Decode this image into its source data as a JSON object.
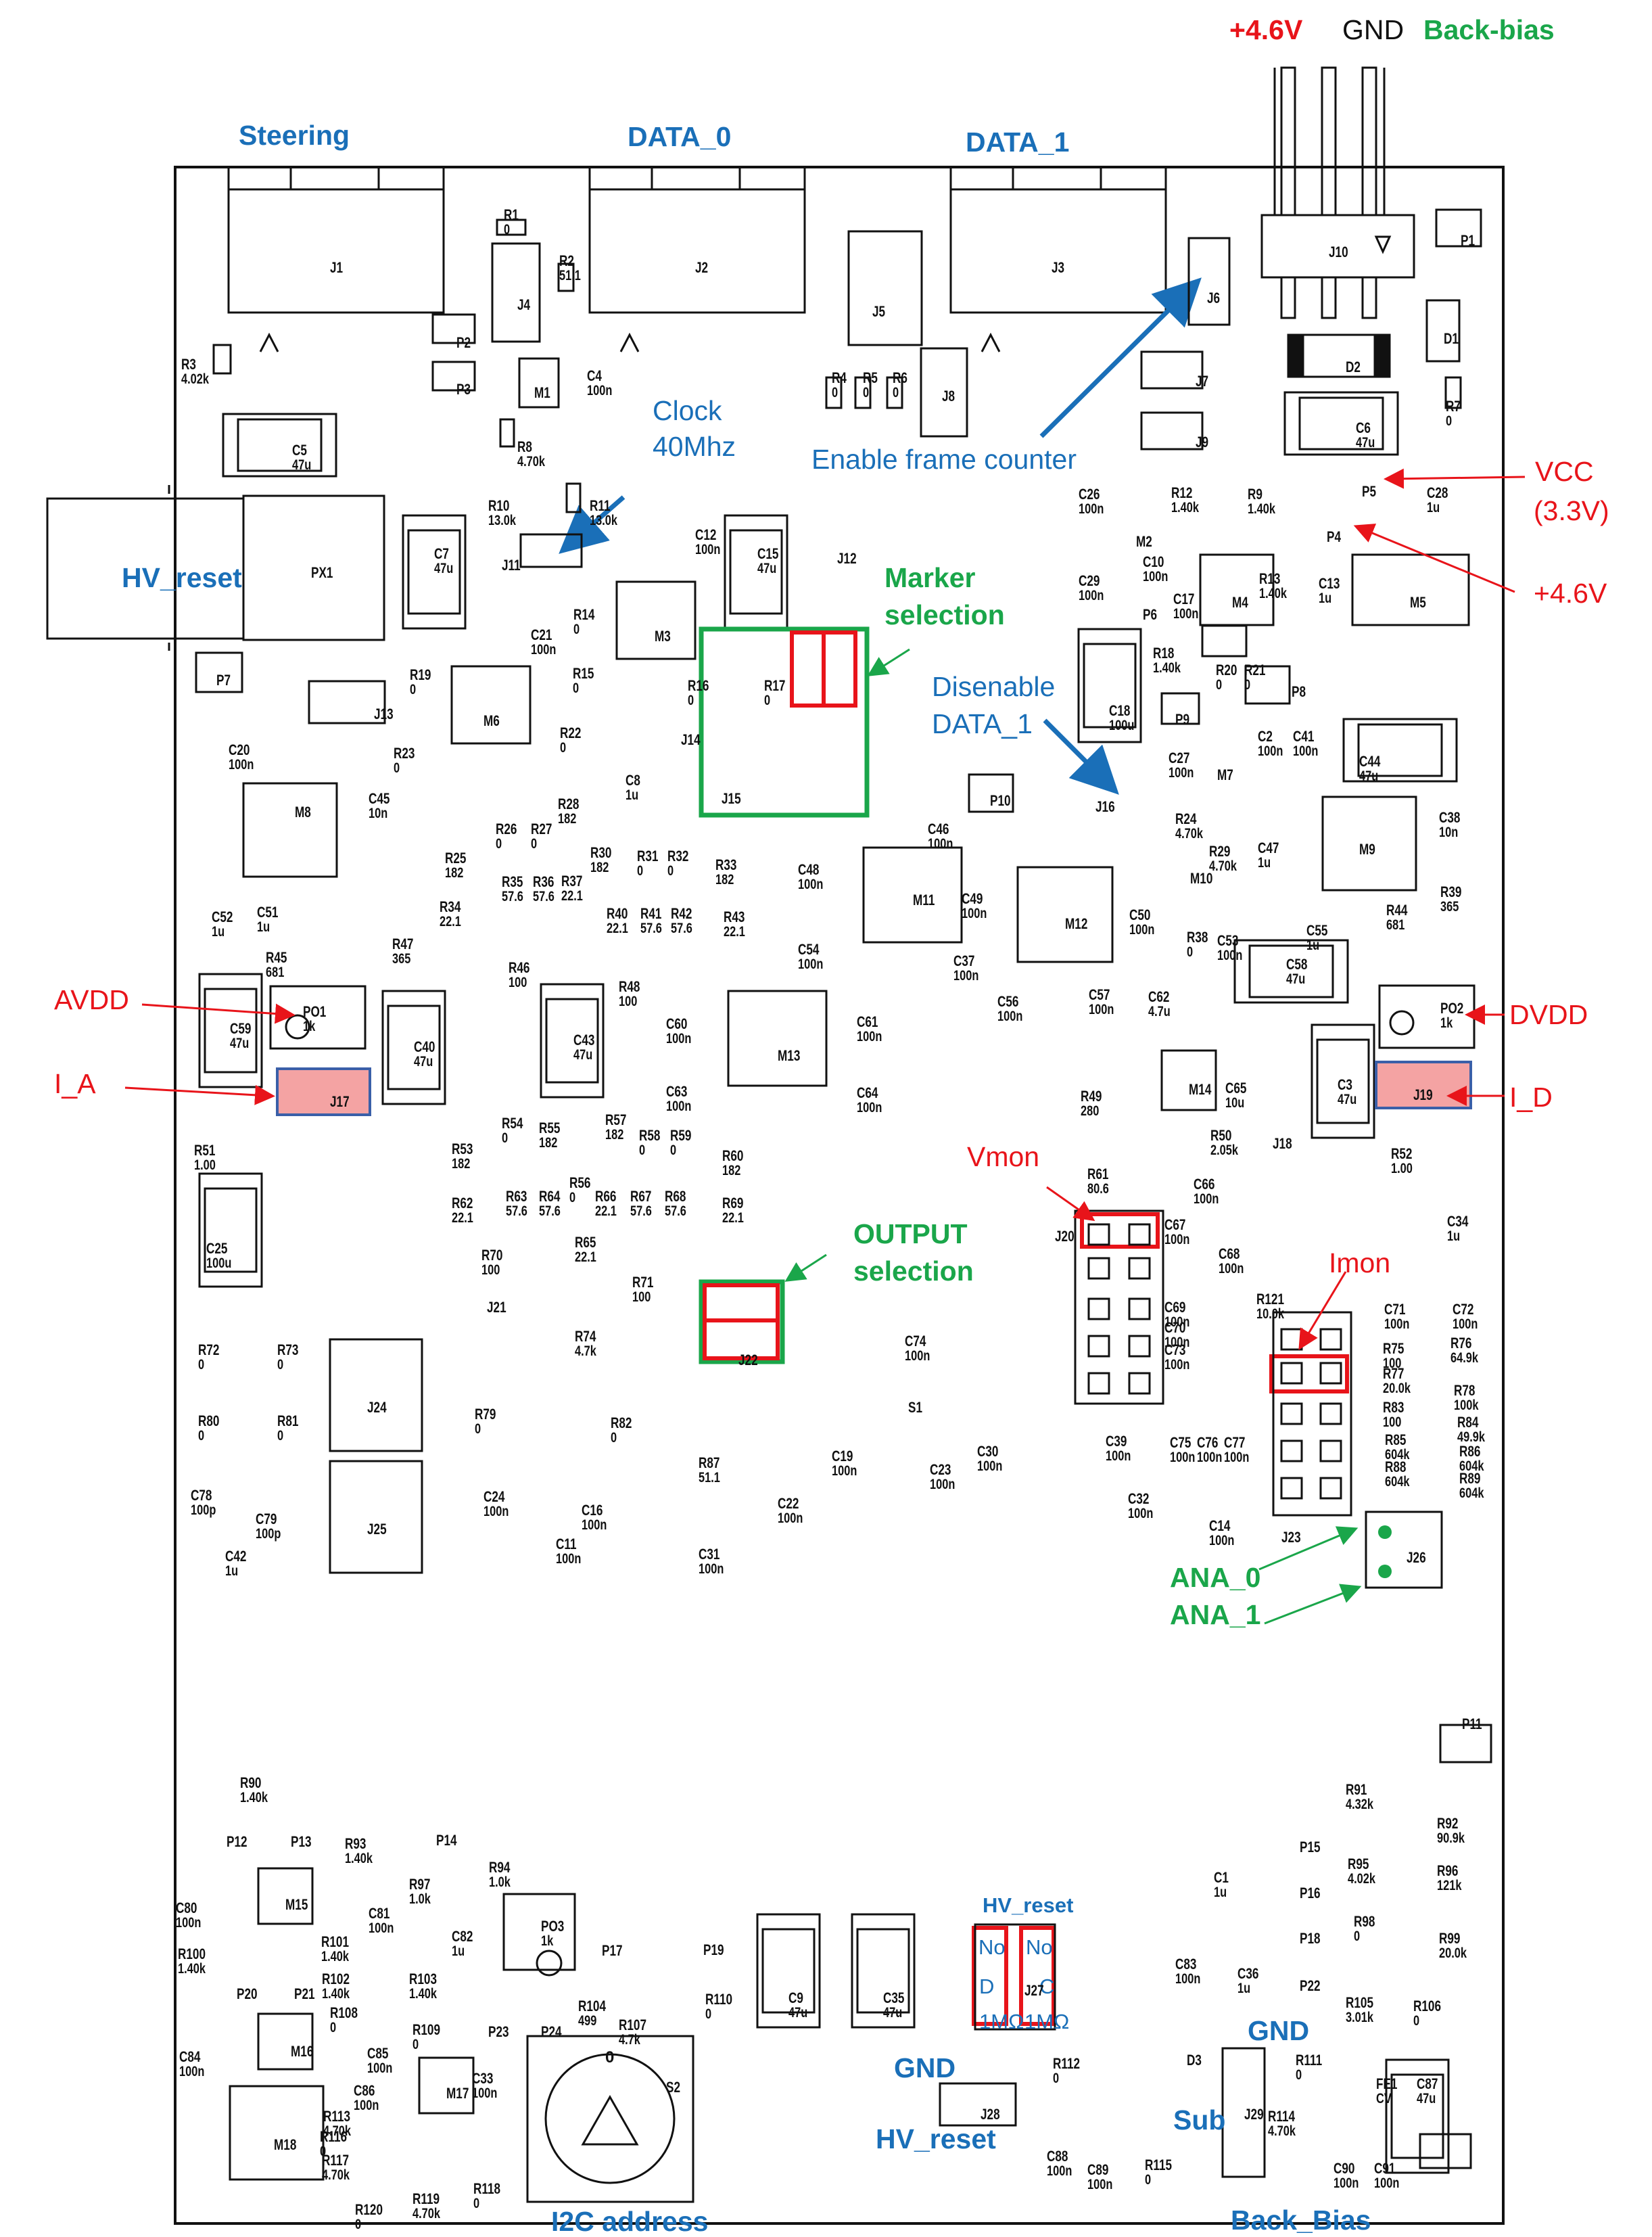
{
  "power_header": {
    "vplus": "+4.6V",
    "gnd": "GND",
    "backbias": "Back-bias"
  },
  "connectors": {
    "steering": "Steering",
    "data0": "DATA_0",
    "data1": "DATA_1",
    "hv_reset": "HV_reset"
  },
  "callouts": {
    "clock_1": "Clock",
    "clock_2": "40Mhz",
    "frame_counter": "Enable frame counter",
    "vcc_1": "VCC",
    "vcc_2": "(3.3V)",
    "p4_plus": "+4.6V",
    "marker_1": "Marker",
    "marker_2": "selection",
    "disenable_1": "Disenable",
    "disenable_2": "DATA_1",
    "avdd": "AVDD",
    "dvdd": "DVDD",
    "i_a": "I_A",
    "i_d": "I_D",
    "vmon": "Vmon",
    "imon": "Imon",
    "output_1": "OUTPUT",
    "output_2": "selection",
    "ana0": "ANA_0",
    "ana1": "ANA_1",
    "hv_reset_j27": "HV_reset",
    "gnd_j28": "GND",
    "hv_reset_j28": "HV_reset",
    "gnd_j29": "GND",
    "sub": "Sub",
    "back_bias": "Back_Bias",
    "i2c": "I2C address",
    "j27_no1": "No",
    "j27_no2": "No",
    "j27_d": "D",
    "j27_c": "C",
    "j27_1m_a": "1MΩ",
    "j27_1m_b": "1MΩ"
  },
  "components": [
    {
      "ref": "J1"
    },
    {
      "ref": "J2"
    },
    {
      "ref": "J3"
    },
    {
      "ref": "J4"
    },
    {
      "ref": "J5"
    },
    {
      "ref": "J6"
    },
    {
      "ref": "J7"
    },
    {
      "ref": "J8"
    },
    {
      "ref": "J9"
    },
    {
      "ref": "J10"
    },
    {
      "ref": "J11"
    },
    {
      "ref": "J12"
    },
    {
      "ref": "J13"
    },
    {
      "ref": "J14"
    },
    {
      "ref": "J15"
    },
    {
      "ref": "J16"
    },
    {
      "ref": "J17"
    },
    {
      "ref": "J18"
    },
    {
      "ref": "J19"
    },
    {
      "ref": "J20"
    },
    {
      "ref": "J21"
    },
    {
      "ref": "J22"
    },
    {
      "ref": "J23"
    },
    {
      "ref": "J24"
    },
    {
      "ref": "J25"
    },
    {
      "ref": "J26"
    },
    {
      "ref": "J27"
    },
    {
      "ref": "J28"
    },
    {
      "ref": "J29"
    },
    {
      "ref": "P1"
    },
    {
      "ref": "P2"
    },
    {
      "ref": "P3"
    },
    {
      "ref": "P4"
    },
    {
      "ref": "P5"
    },
    {
      "ref": "P6"
    },
    {
      "ref": "P7"
    },
    {
      "ref": "P8"
    },
    {
      "ref": "P9"
    },
    {
      "ref": "P10"
    },
    {
      "ref": "P11"
    },
    {
      "ref": "P12"
    },
    {
      "ref": "P13"
    },
    {
      "ref": "P14"
    },
    {
      "ref": "P15"
    },
    {
      "ref": "P16"
    },
    {
      "ref": "P17"
    },
    {
      "ref": "P18"
    },
    {
      "ref": "P19"
    },
    {
      "ref": "P20"
    },
    {
      "ref": "P21"
    },
    {
      "ref": "P22"
    },
    {
      "ref": "P23"
    },
    {
      "ref": "P24"
    },
    {
      "ref": "PX1"
    },
    {
      "ref": "PO1",
      "value": "1k"
    },
    {
      "ref": "PO2",
      "value": "1k"
    },
    {
      "ref": "PO3",
      "value": "1k"
    },
    {
      "ref": "M1"
    },
    {
      "ref": "M2"
    },
    {
      "ref": "M3"
    },
    {
      "ref": "M4"
    },
    {
      "ref": "M5"
    },
    {
      "ref": "M6"
    },
    {
      "ref": "M7"
    },
    {
      "ref": "M8"
    },
    {
      "ref": "M9"
    },
    {
      "ref": "M10"
    },
    {
      "ref": "M11"
    },
    {
      "ref": "M12"
    },
    {
      "ref": "M13"
    },
    {
      "ref": "M14"
    },
    {
      "ref": "M15"
    },
    {
      "ref": "M16"
    },
    {
      "ref": "M17"
    },
    {
      "ref": "M18"
    },
    {
      "ref": "D1"
    },
    {
      "ref": "D2"
    },
    {
      "ref": "D3"
    },
    {
      "ref": "S1"
    },
    {
      "ref": "S2"
    },
    {
      "ref": "FE1",
      "value": "CV"
    },
    {
      "ref": "C5",
      "value": "47u"
    },
    {
      "ref": "C6",
      "value": "47u"
    },
    {
      "ref": "C7",
      "value": "47u"
    },
    {
      "ref": "C15",
      "value": "47u"
    },
    {
      "ref": "C18",
      "value": "100u"
    },
    {
      "ref": "C44",
      "value": "47u"
    },
    {
      "ref": "C58",
      "value": "47u"
    },
    {
      "ref": "C59",
      "value": "47u"
    },
    {
      "ref": "C40",
      "value": "47u"
    },
    {
      "ref": "C43",
      "value": "47u"
    },
    {
      "ref": "C3",
      "value": "47u"
    },
    {
      "ref": "C25",
      "value": "100u"
    },
    {
      "ref": "C9",
      "value": "47u"
    },
    {
      "ref": "C35",
      "value": "47u"
    },
    {
      "ref": "C87",
      "value": "47u"
    },
    {
      "ref": "C4",
      "value": "100n"
    },
    {
      "ref": "C12",
      "value": "100n"
    },
    {
      "ref": "C13",
      "value": "1u"
    },
    {
      "ref": "C20",
      "value": "100n"
    },
    {
      "ref": "C21",
      "value": "100n"
    },
    {
      "ref": "C8",
      "value": "1u"
    },
    {
      "ref": "C45",
      "value": "10n"
    },
    {
      "ref": "C51",
      "value": "1u"
    },
    {
      "ref": "C52",
      "value": "1u"
    },
    {
      "ref": "C26",
      "value": "100n"
    },
    {
      "ref": "C28",
      "value": "1u"
    },
    {
      "ref": "C29",
      "value": "100n"
    },
    {
      "ref": "C10",
      "value": "100n"
    },
    {
      "ref": "C17",
      "value": "100n"
    },
    {
      "ref": "C2",
      "value": "100n"
    },
    {
      "ref": "C41",
      "value": "100n"
    },
    {
      "ref": "C27",
      "value": "100n"
    },
    {
      "ref": "C47",
      "value": "1u"
    },
    {
      "ref": "C38",
      "value": "10n"
    },
    {
      "ref": "C55",
      "value": "1u"
    },
    {
      "ref": "C53",
      "value": "100n"
    },
    {
      "ref": "C50",
      "value": "100n"
    },
    {
      "ref": "C46",
      "value": "100n"
    },
    {
      "ref": "C48",
      "value": "100n"
    },
    {
      "ref": "C49",
      "value": "100n"
    },
    {
      "ref": "C54",
      "value": "100n"
    },
    {
      "ref": "C37",
      "value": "100n"
    },
    {
      "ref": "C56",
      "value": "100n"
    },
    {
      "ref": "C57",
      "value": "100n"
    },
    {
      "ref": "C62",
      "value": "4.7u"
    },
    {
      "ref": "C60",
      "value": "100n"
    },
    {
      "ref": "C61",
      "value": "100n"
    },
    {
      "ref": "C63",
      "value": "100n"
    },
    {
      "ref": "C64",
      "value": "100n"
    },
    {
      "ref": "C65",
      "value": "10u"
    },
    {
      "ref": "C66",
      "value": "100n"
    },
    {
      "ref": "C67",
      "value": "100n"
    },
    {
      "ref": "C68",
      "value": "100n"
    },
    {
      "ref": "C34",
      "value": "1u"
    },
    {
      "ref": "C69",
      "value": "100n"
    },
    {
      "ref": "C70",
      "value": "100n"
    },
    {
      "ref": "C73",
      "value": "100n"
    },
    {
      "ref": "C71",
      "value": "100n"
    },
    {
      "ref": "C72",
      "value": "100n"
    },
    {
      "ref": "C74",
      "value": "100n"
    },
    {
      "ref": "C39",
      "value": "100n"
    },
    {
      "ref": "C75",
      "value": "100n"
    },
    {
      "ref": "C76",
      "value": "100n"
    },
    {
      "ref": "C77",
      "value": "100n"
    },
    {
      "ref": "C32",
      "value": "100n"
    },
    {
      "ref": "C14",
      "value": "100n"
    },
    {
      "ref": "C23",
      "value": "100n"
    },
    {
      "ref": "C30",
      "value": "100n"
    },
    {
      "ref": "C19",
      "value": "100n"
    },
    {
      "ref": "C22",
      "value": "100n"
    },
    {
      "ref": "C31",
      "value": "100n"
    },
    {
      "ref": "C24",
      "value": "100n"
    },
    {
      "ref": "C16",
      "value": "100n"
    },
    {
      "ref": "C11",
      "value": "100n"
    },
    {
      "ref": "C78",
      "value": "100p"
    },
    {
      "ref": "C79",
      "value": "100p"
    },
    {
      "ref": "C42",
      "value": "1u"
    },
    {
      "ref": "C80",
      "value": "100n"
    },
    {
      "ref": "C81",
      "value": "100n"
    },
    {
      "ref": "C82",
      "value": "1u"
    },
    {
      "ref": "C84",
      "value": "100n"
    },
    {
      "ref": "C85",
      "value": "100n"
    },
    {
      "ref": "C86",
      "value": "100n"
    },
    {
      "ref": "C33",
      "value": "100n"
    },
    {
      "ref": "C1",
      "value": "1u"
    },
    {
      "ref": "C83",
      "value": "100n"
    },
    {
      "ref": "C36",
      "value": "1u"
    },
    {
      "ref": "C88",
      "value": "100n"
    },
    {
      "ref": "C89",
      "value": "100n"
    },
    {
      "ref": "C90",
      "value": "100n"
    },
    {
      "ref": "C91",
      "value": "100n"
    },
    {
      "ref": "R1",
      "value": "0"
    },
    {
      "ref": "R2",
      "value": "51.1"
    },
    {
      "ref": "R3",
      "value": "4.02k"
    },
    {
      "ref": "R4",
      "value": "0"
    },
    {
      "ref": "R5",
      "value": "0"
    },
    {
      "ref": "R6",
      "value": "0"
    },
    {
      "ref": "R7",
      "value": "0"
    },
    {
      "ref": "R8",
      "value": "4.70k"
    },
    {
      "ref": "R9",
      "value": "1.40k"
    },
    {
      "ref": "R10",
      "value": "13.0k"
    },
    {
      "ref": "R11",
      "value": "13.0k"
    },
    {
      "ref": "R12",
      "value": "1.40k"
    },
    {
      "ref": "R13",
      "value": "1.40k"
    },
    {
      "ref": "R14",
      "value": "0"
    },
    {
      "ref": "R15",
      "value": "0"
    },
    {
      "ref": "R16",
      "value": "0"
    },
    {
      "ref": "R17",
      "value": "0"
    },
    {
      "ref": "R18",
      "value": "1.40k"
    },
    {
      "ref": "R19",
      "value": "0"
    },
    {
      "ref": "R20",
      "value": "0"
    },
    {
      "ref": "R21",
      "value": "0"
    },
    {
      "ref": "R22",
      "value": "0"
    },
    {
      "ref": "R23",
      "value": "0"
    },
    {
      "ref": "R24",
      "value": "4.70k"
    },
    {
      "ref": "R25",
      "value": "182"
    },
    {
      "ref": "R26",
      "value": "0"
    },
    {
      "ref": "R27",
      "value": "0"
    },
    {
      "ref": "R28",
      "value": "182"
    },
    {
      "ref": "R29",
      "value": "4.70k"
    },
    {
      "ref": "R30",
      "value": "182"
    },
    {
      "ref": "R31",
      "value": "0"
    },
    {
      "ref": "R32",
      "value": "0"
    },
    {
      "ref": "R33",
      "value": "182"
    },
    {
      "ref": "R34",
      "value": "22.1"
    },
    {
      "ref": "R35",
      "value": "57.6"
    },
    {
      "ref": "R36",
      "value": "57.6"
    },
    {
      "ref": "R37",
      "value": "22.1"
    },
    {
      "ref": "R38",
      "value": "0"
    },
    {
      "ref": "R39",
      "value": "365"
    },
    {
      "ref": "R40",
      "value": "22.1"
    },
    {
      "ref": "R41",
      "value": "57.6"
    },
    {
      "ref": "R42",
      "value": "57.6"
    },
    {
      "ref": "R43",
      "value": "22.1"
    },
    {
      "ref": "R44",
      "value": "681"
    },
    {
      "ref": "R45",
      "value": "681"
    },
    {
      "ref": "R46",
      "value": "100"
    },
    {
      "ref": "R47",
      "value": "365"
    },
    {
      "ref": "R48",
      "value": "100"
    },
    {
      "ref": "R49",
      "value": "280"
    },
    {
      "ref": "R50",
      "value": "2.05k"
    },
    {
      "ref": "R51",
      "value": "1.00"
    },
    {
      "ref": "R52",
      "value": "1.00"
    },
    {
      "ref": "R53",
      "value": "182"
    },
    {
      "ref": "R54",
      "value": "0"
    },
    {
      "ref": "R55",
      "value": "182"
    },
    {
      "ref": "R56",
      "value": "0"
    },
    {
      "ref": "R57",
      "value": "182"
    },
    {
      "ref": "R58",
      "value": "0"
    },
    {
      "ref": "R59",
      "value": "0"
    },
    {
      "ref": "R60",
      "value": "182"
    },
    {
      "ref": "R61",
      "value": "80.6"
    },
    {
      "ref": "R62",
      "value": "22.1"
    },
    {
      "ref": "R63",
      "value": "57.6"
    },
    {
      "ref": "R64",
      "value": "57.6"
    },
    {
      "ref": "R65",
      "value": "22.1"
    },
    {
      "ref": "R66",
      "value": "22.1"
    },
    {
      "ref": "R67",
      "value": "57.6"
    },
    {
      "ref": "R68",
      "value": "57.6"
    },
    {
      "ref": "R69",
      "value": "22.1"
    },
    {
      "ref": "R70",
      "value": "100"
    },
    {
      "ref": "R71",
      "value": "100"
    },
    {
      "ref": "R72",
      "value": "0"
    },
    {
      "ref": "R73",
      "value": "0"
    },
    {
      "ref": "R74",
      "value": "4.7k"
    },
    {
      "ref": "R75",
      "value": "100"
    },
    {
      "ref": "R76",
      "value": "64.9k"
    },
    {
      "ref": "R77",
      "value": "20.0k"
    },
    {
      "ref": "R78",
      "value": "100k"
    },
    {
      "ref": "R79",
      "value": "0"
    },
    {
      "ref": "R80",
      "value": "0"
    },
    {
      "ref": "R81",
      "value": "0"
    },
    {
      "ref": "R82",
      "value": "0"
    },
    {
      "ref": "R83",
      "value": "100"
    },
    {
      "ref": "R84",
      "value": "49.9k"
    },
    {
      "ref": "R85",
      "value": "604k"
    },
    {
      "ref": "R86",
      "value": "604k"
    },
    {
      "ref": "R87",
      "value": "51.1"
    },
    {
      "ref": "R88",
      "value": "604k"
    },
    {
      "ref": "R89",
      "value": "604k"
    },
    {
      "ref": "R90",
      "value": "1.40k"
    },
    {
      "ref": "R91",
      "value": "4.32k"
    },
    {
      "ref": "R92",
      "value": "90.9k"
    },
    {
      "ref": "R93",
      "value": "1.40k"
    },
    {
      "ref": "R94",
      "value": "1.0k"
    },
    {
      "ref": "R95",
      "value": "4.02k"
    },
    {
      "ref": "R96",
      "value": "121k"
    },
    {
      "ref": "R97",
      "value": "1.0k"
    },
    {
      "ref": "R98",
      "value": "0"
    },
    {
      "ref": "R99",
      "value": "20.0k"
    },
    {
      "ref": "R100",
      "value": "1.40k"
    },
    {
      "ref": "R101",
      "value": "1.40k"
    },
    {
      "ref": "R102",
      "value": "1.40k"
    },
    {
      "ref": "R103",
      "value": "1.40k"
    },
    {
      "ref": "R104",
      "value": "499"
    },
    {
      "ref": "R105",
      "value": "3.01k"
    },
    {
      "ref": "R106",
      "value": "0"
    },
    {
      "ref": "R107",
      "value": "4.7k"
    },
    {
      "ref": "R108",
      "value": "0"
    },
    {
      "ref": "R109",
      "value": "0"
    },
    {
      "ref": "R110",
      "value": "0"
    },
    {
      "ref": "R111",
      "value": "0"
    },
    {
      "ref": "R112",
      "value": "0"
    },
    {
      "ref": "R113",
      "value": "4.70k"
    },
    {
      "ref": "R114",
      "value": "4.70k"
    },
    {
      "ref": "R115",
      "value": "0"
    },
    {
      "ref": "R116",
      "value": "0"
    },
    {
      "ref": "R117",
      "value": "4.70k"
    },
    {
      "ref": "R118",
      "value": "0"
    },
    {
      "ref": "R119",
      "value": "4.70k"
    },
    {
      "ref": "R120",
      "value": "0"
    },
    {
      "ref": "R121",
      "value": "10.0k"
    }
  ],
  "switch_s2_value": "0"
}
